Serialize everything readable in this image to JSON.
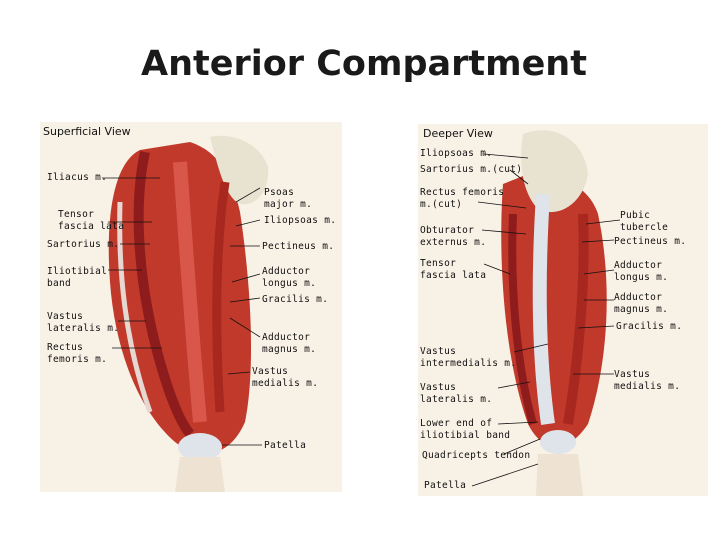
{
  "title": "Anterior Compartment",
  "superficial": {
    "heading": "Superficial View",
    "left_labels": [
      "Iliacus m.",
      "Tensor\nfascia lata",
      "Sartorius m.",
      "Iliotibial\nband",
      "Vastus\nlateralis m.",
      "Rectus\nfemoris m."
    ],
    "right_labels": [
      "Psoas\nmajor m.",
      "Iliopsoas m.",
      "Pectineus m.",
      "Adductor\nlongus m.",
      "Gracilis m.",
      "Adductor\nmagnus m.",
      "Vastus\nmedialis m.",
      "Patella"
    ]
  },
  "deeper": {
    "heading": "Deeper View",
    "left_labels": [
      "Iliopsoas m.",
      "Sartorius m.(cut)",
      "Rectus femoris\nm.(cut)",
      "Obturator\nexternus m.",
      "Tensor\nfascia lata",
      "Vastus\nintermedialis m.",
      "Vastus\nlateralis m.",
      "Lower end of\niliotibial band",
      "Quadricepts tendon",
      "Patella"
    ],
    "right_labels": [
      "Pubic\ntubercle",
      "Pectineus m.",
      "Adductor\nlongus m.",
      "Adductor\nmagnus m.",
      "Gracilis m.",
      "Vastus\nmedialis m."
    ]
  },
  "colors": {
    "muscle_dark": "#8e1c1c",
    "muscle": "#c0392b",
    "muscle_light": "#d9574a",
    "tendon": "#dfe3ea",
    "bone": "#e8e2d0",
    "skin": "#eee2d2"
  }
}
